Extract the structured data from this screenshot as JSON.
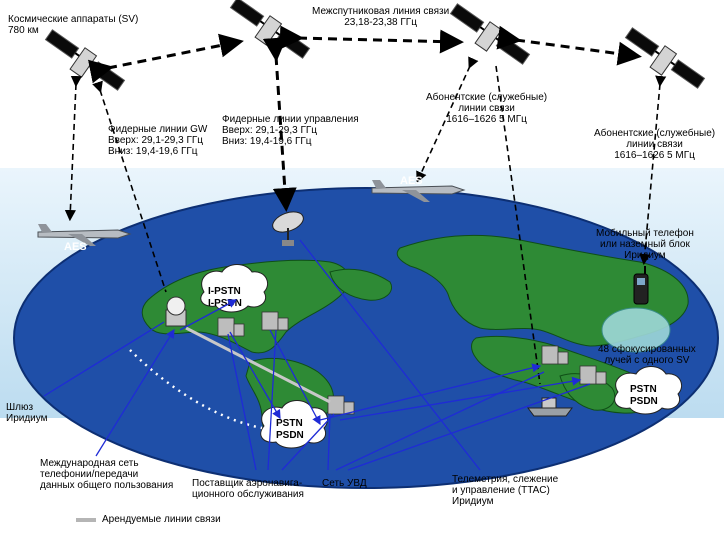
{
  "labels": {
    "spacecraft": [
      "Космические аппараты  (SV)",
      "780  км"
    ],
    "intersat": [
      "Межспутниковая линия связи",
      "23,18-23,38  ГГц"
    ],
    "feeder_gw": [
      "Фидерные линии  GW",
      "Вверх:  29,1-29,3 ГГц",
      "Вниз: 19,4-19,6 ГГц"
    ],
    "feeder_ctrl": [
      "Фидерные линии управления",
      "Вверх:  29,1-29,3 ГГц",
      "Вниз:  19,4-19,6  ГГц"
    ],
    "subscriber_1": [
      "Абонентские (служебные)",
      "линии связи",
      "1616–1626 5   МГц"
    ],
    "subscriber_2": [
      "Абонентские (служебные)",
      "линии связи",
      "1616–1626 5   МГц"
    ],
    "aes": "AES",
    "mobile": [
      "Мобильный телефон",
      "или наземный блок",
      "Иридиум"
    ],
    "beams": [
      "48 сфокусированных",
      "лучей с одного SV"
    ],
    "cloud_top": [
      "I-PSTN",
      "I-PSDN"
    ],
    "cloud_bottom": [
      "PSTN",
      "PSDN"
    ],
    "cloud_right": [
      "PSTN",
      "PSDN"
    ],
    "gateway": [
      "Шлюз",
      "Иридиум"
    ],
    "intl_net": [
      "Международная сеть",
      "телефонии/передачи",
      "данных общего пользования"
    ],
    "aero_provider": [
      "Поставщик аэронавига-",
      "ционного обслуживания"
    ],
    "atc_net": "Сеть УВД",
    "ttac": [
      "Телеметрия, слежение",
      "и управление  (TTAC)",
      "Иридиум"
    ],
    "leased": "Арендуемые линии связи"
  },
  "colors": {
    "sky": "#cfe6f5",
    "ocean": "#1f4fa8",
    "land": "#2e8a35",
    "arrow": "#1f2bd6"
  }
}
